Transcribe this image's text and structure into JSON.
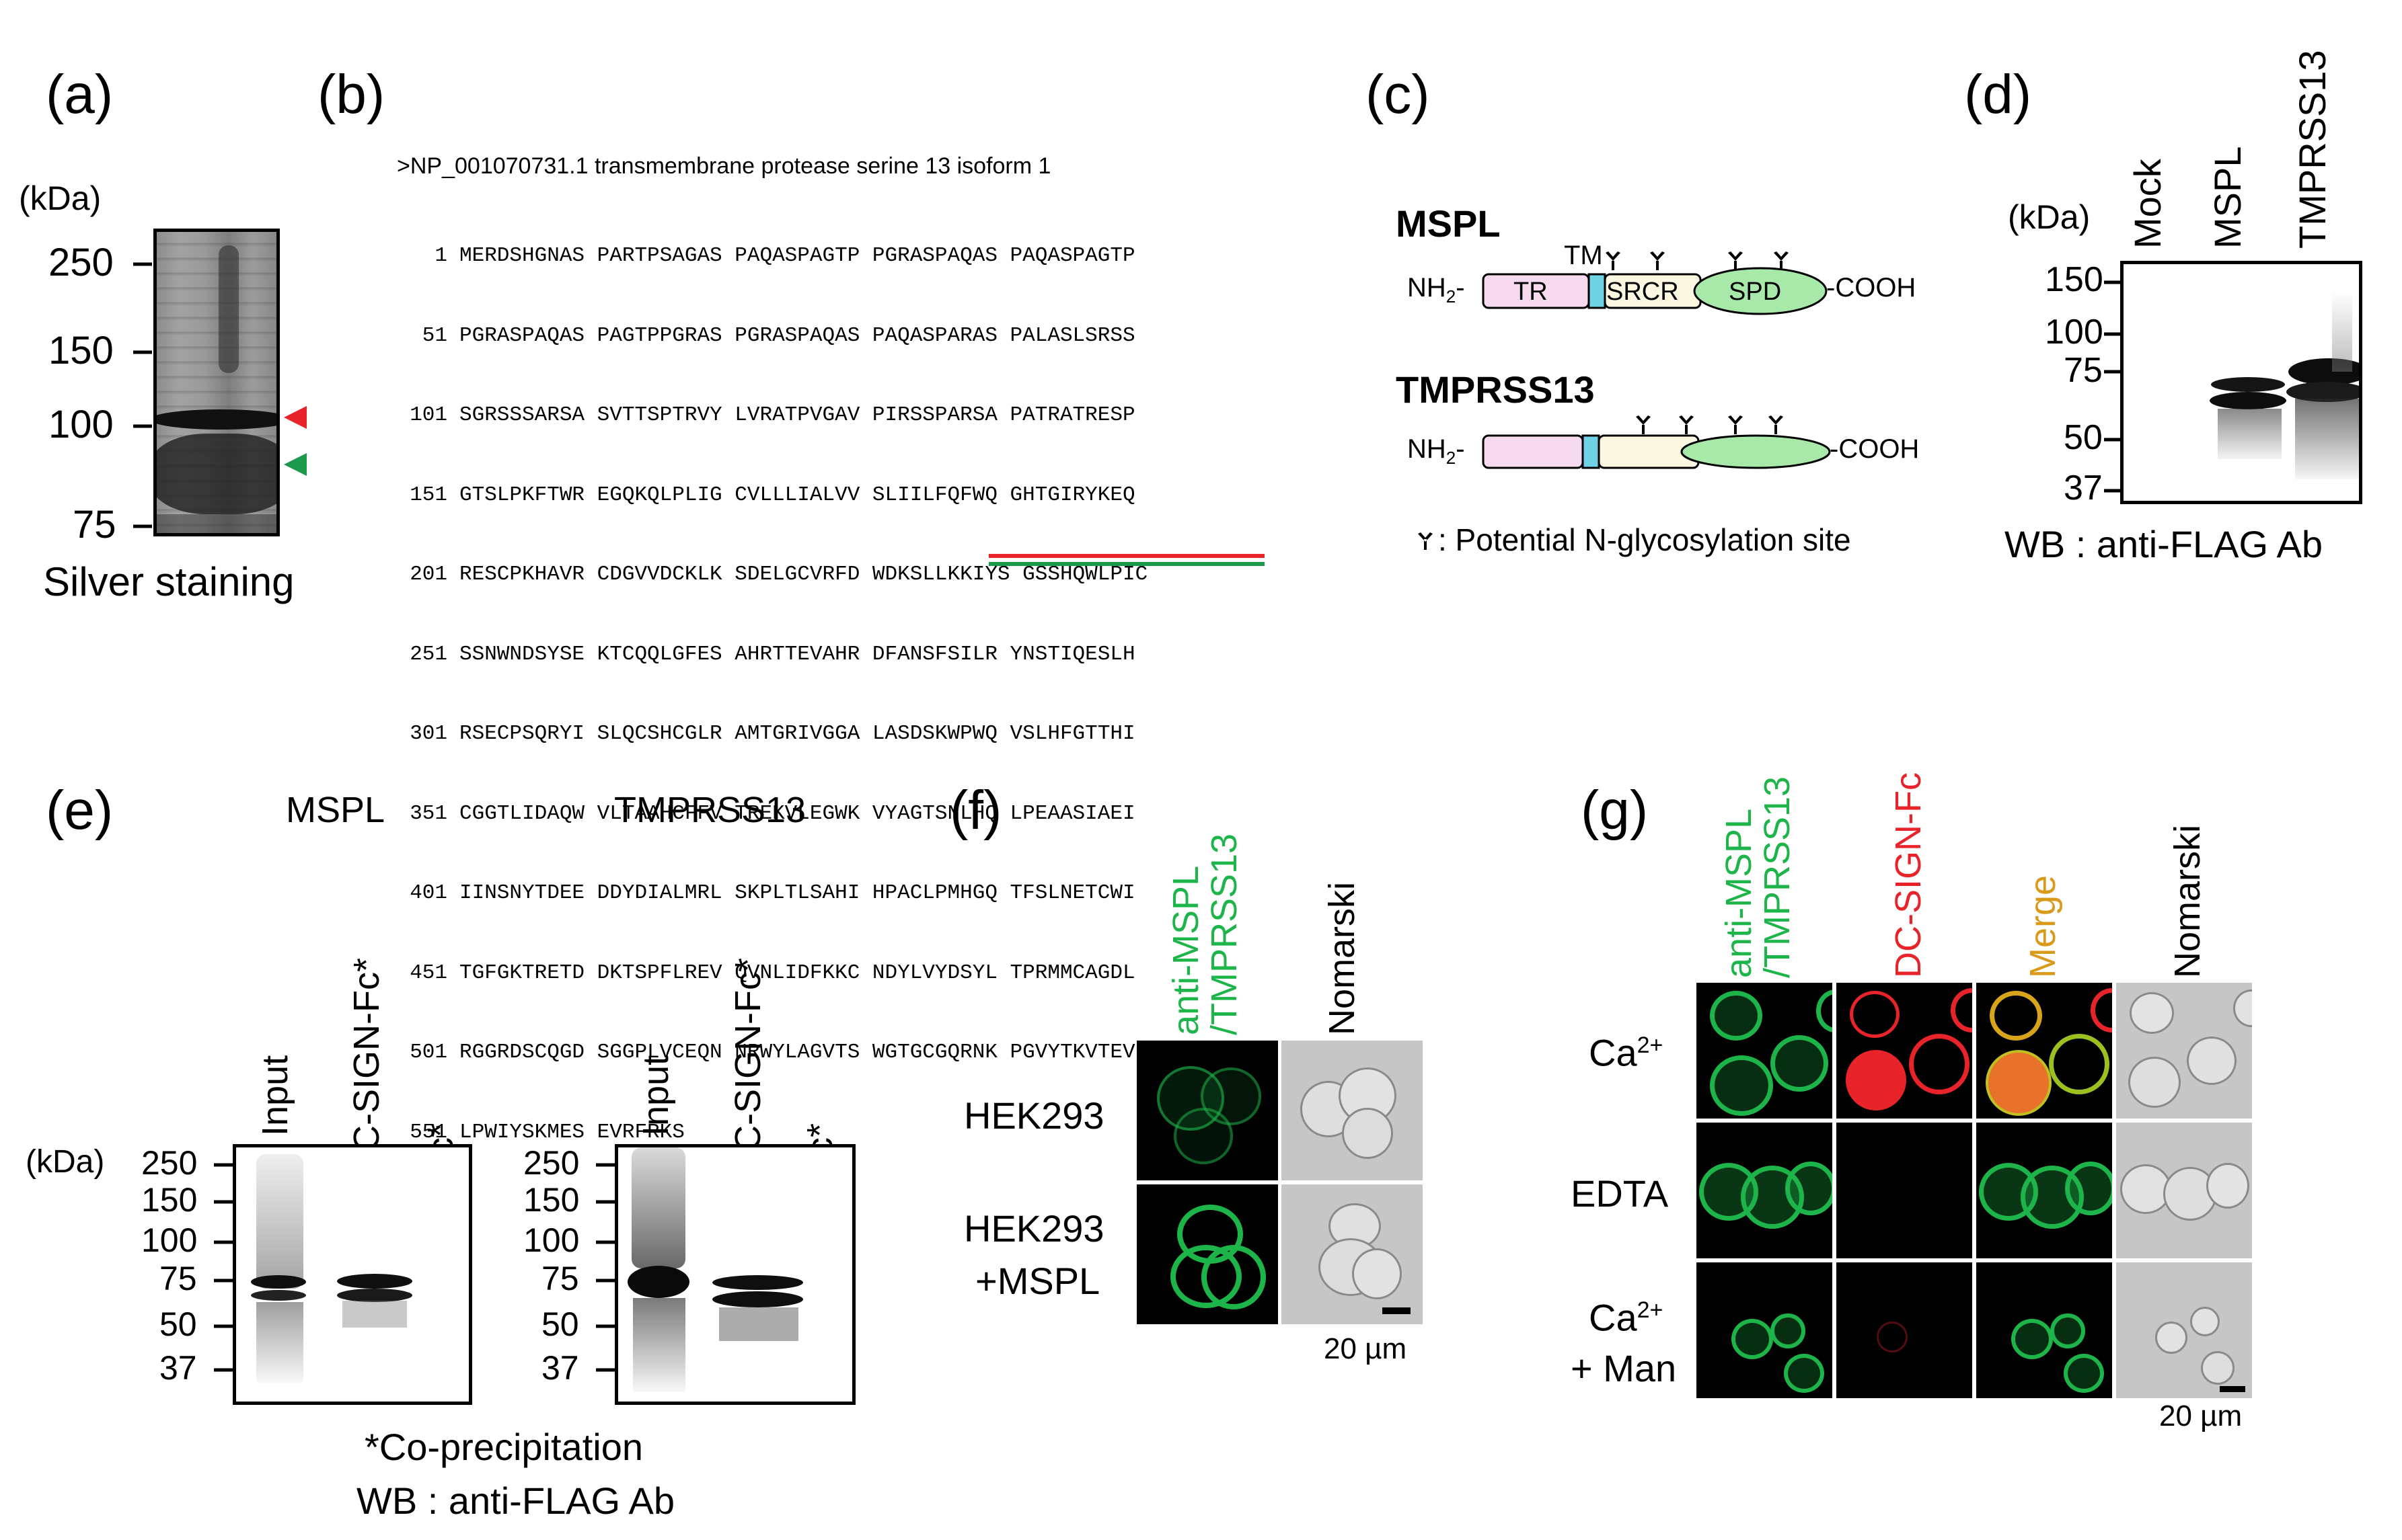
{
  "panels": {
    "a": {
      "label": "(a)",
      "unit": "(kDa)",
      "markers": [
        "250",
        "150",
        "100",
        "75"
      ],
      "caption": "Silver staining",
      "arrow_colors": {
        "upper": "#e8232a",
        "lower": "#1a9a4a"
      }
    },
    "b": {
      "label": "(b)",
      "header": ">NP_001070731.1 transmembrane protease serine 13 isoform 1",
      "rows": [
        {
          "n": "1",
          "seq": "MERDSHGNAS PARTPSAGAS PAQASPAGTP PGRASPAQAS PAQASPAGTP"
        },
        {
          "n": "51",
          "seq": "PGRASPAQAS PAGTPPGRAS PGRASPAQAS PAQASPARAS PALASLSRSS"
        },
        {
          "n": "101",
          "seq": "SGRSSSARSA SVTTSPTRVY LVRATPVGAV PIRSSPARSA PATRATRESP"
        },
        {
          "n": "151",
          "seq": "GTSLPKFTWR EGQKQLPLIG CVLLLIALVV SLIILFQFWQ GHTGIRYKEQ"
        },
        {
          "n": "201",
          "seq": "RESCPKHAVR CDGVVDCKLK SDELGCVRFD WDKSLLKKIYS GSSHQWLPIC"
        },
        {
          "n": "251",
          "seq": "SSNWNDSYSE KTCQQLGFES AHRTTEVAHR DFANSFSILR YNSTIQESLH"
        },
        {
          "n": "301",
          "seq": "RSECPSQRYI SLQCSHCGLR AMTGRIVGGA LASDSKWPWQ VSLHFGTTHI"
        },
        {
          "n": "351",
          "seq": "CGGTLIDAQW VLTAAHCFFV TREKVLEGWK VYAGTSNLHQ LPEAASIAEI"
        },
        {
          "n": "401",
          "seq": "IINSNYTDEE DDYDIALMRL SKPLTLSAHI HPACLPMHGQ TFSLNETCWI"
        },
        {
          "n": "451",
          "seq": "TGFGKTRETD DKTSPFLREV QVNLIDFKKC NDYLVYDSYL TPRMMCAGDL"
        },
        {
          "n": "501",
          "seq": "RGGRDSCQGD SGGPLVCEQN NRWYLAGVTS WGTGCGQRNK PGVYTKVTEV"
        },
        {
          "n": "551",
          "seq": "LPWIYSKMES EVRFRKS"
        }
      ],
      "underline_colors": [
        "#e8232a",
        "#1a9a4a"
      ]
    },
    "c": {
      "label": "(c)",
      "protein1": "MSPL",
      "protein2": "TMPRSS13",
      "tm": "TM",
      "nterm": "NH",
      "nterm_sub": "2",
      "cterm": "-COOH",
      "domains": {
        "tr": "TR",
        "srcr": "SRCR",
        "spd": "SPD"
      },
      "legend": ": Potential N-glycosylation site",
      "colors": {
        "tr": "#f7d9f0",
        "tm": "#6fd3e3",
        "srcr": "#fbf7e1",
        "spd": "#a8e8a8"
      }
    },
    "d": {
      "label": "(d)",
      "unit": "(kDa)",
      "lanes": [
        "Mock",
        "MSPL",
        "TMPRSS13"
      ],
      "markers": [
        "150",
        "100",
        "75",
        "50",
        "37"
      ],
      "caption": "WB : anti-FLAG Ab"
    },
    "e": {
      "label": "(e)",
      "blot1_title": "MSPL",
      "blot2_title": "TMPRSS13",
      "lanes": [
        "Input",
        "DC-SIGN-Fc*",
        "Fc*"
      ],
      "unit": "(kDa)",
      "markers": [
        "250",
        "150",
        "100",
        "75",
        "50",
        "37"
      ],
      "caption1": "*Co-precipitation",
      "caption2": "WB : anti-FLAG Ab"
    },
    "f": {
      "label": "(f)",
      "col1": "anti-MSPL\n/TMPRSS13",
      "col2": "Nomarski",
      "row1": "HEK293",
      "row2a": "HEK293",
      "row2b": "+MSPL",
      "scale": "20 µm",
      "colors": {
        "green": "#1db54a"
      }
    },
    "g": {
      "label": "(g)",
      "col1": "anti-MSPL\n/TMPRSS13",
      "col2": "DC-SIGN-Fc",
      "col3": "Merge",
      "col4": "Nomarski",
      "row1": "Ca",
      "row1_sup": "2+",
      "row2": "EDTA",
      "row3a": "Ca",
      "row3a_sup": "2+",
      "row3b": "+ Man",
      "scale": "20 µm",
      "colors": {
        "green": "#1db54a",
        "red": "#e8232a",
        "merge": "#d99a1a"
      }
    }
  }
}
